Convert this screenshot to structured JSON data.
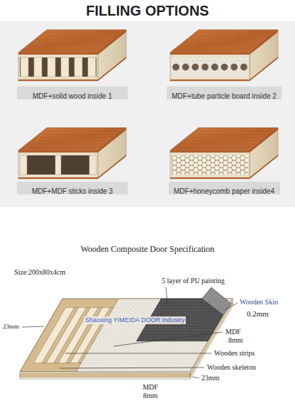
{
  "diagram": {
    "title": "FILLING OPTIONS",
    "nodes": [
      {
        "text": [
          "MDF+solid wood inside 1"
        ]
      },
      {
        "text": [
          "MDF+tube particle board inside 2"
        ]
      },
      {
        "text": [
          "MDF+MDF sticks inside 3"
        ]
      },
      {
        "text": [
          "MDF+honeycomb paper inside4"
        ]
      }
    ],
    "labels": [
      "Wooden Composite Door Specification",
      "Size:200x80x4cm",
      "5 layer of PU painting",
      "Wooden Skin",
      "Shaoxing YIMEIDA DOOR Industry",
      "0.2mm",
      "23mm",
      "MDF",
      "8mm",
      "Wooden strips",
      "Wooden skeleton",
      "23mm",
      "MDF",
      "8mm"
    ]
  }
}
